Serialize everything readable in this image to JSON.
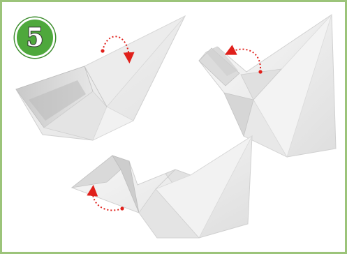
{
  "step": {
    "number": "5",
    "badge_color": "#4ea83c",
    "border_color": "#9cc47a",
    "arrow_color": "#e0201b"
  },
  "illustrations": [
    {
      "name": "folded-paper-swan-open",
      "icon": "origami-swan-step-a"
    },
    {
      "name": "folded-paper-swan-neck-up",
      "icon": "origami-swan-step-b"
    },
    {
      "name": "folded-paper-swan-head-out",
      "icon": "origami-swan-step-c"
    }
  ],
  "arrows": [
    {
      "name": "curved-fold-arrow-down-right",
      "icon": "curved-arrow-icon"
    },
    {
      "name": "curved-fold-arrow-left",
      "icon": "curved-arrow-icon"
    },
    {
      "name": "curved-fold-arrow-up-left",
      "icon": "curved-arrow-icon"
    }
  ]
}
